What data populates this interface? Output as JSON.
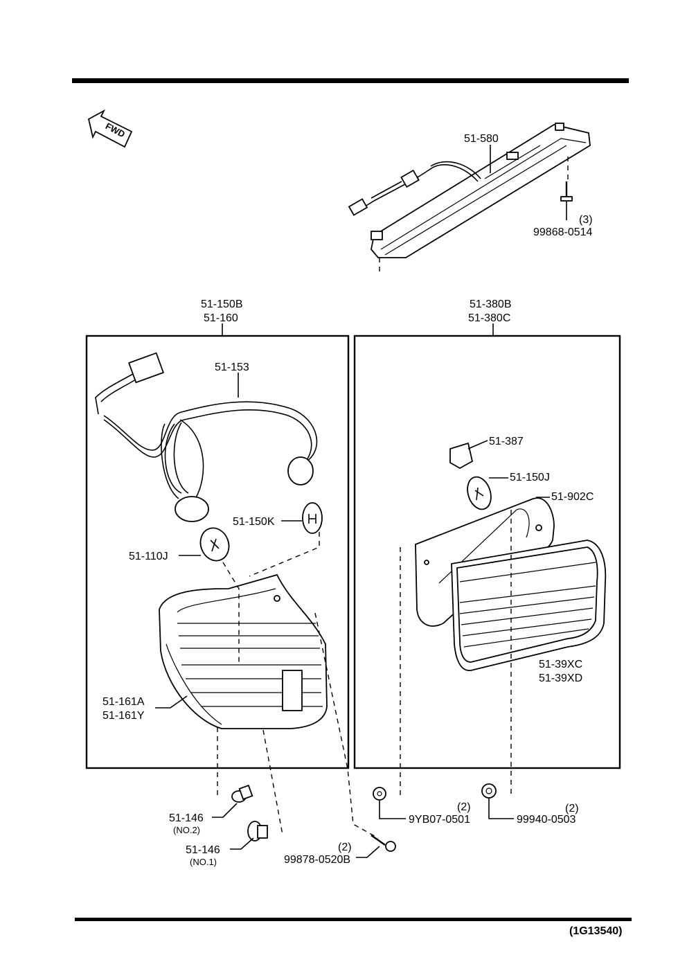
{
  "diagram": {
    "id": "(1G13540)",
    "fwd_label": "FWD"
  },
  "high_mount_lamp": {
    "assembly": "51-580",
    "screw": {
      "part": "99868-0514",
      "qty": "(3)"
    }
  },
  "left_combination_lamp": {
    "assembly_lines": [
      "51-150B",
      "51-160"
    ],
    "socket_harness": "51-153",
    "bulb_small": "51-150K",
    "bulb_stop": "51-110J",
    "lens_lines": [
      "51-161A",
      "51-161Y"
    ]
  },
  "right_rear_lamp": {
    "assembly_lines": [
      "51-380B",
      "51-380C"
    ],
    "socket": "51-387",
    "bulb": "51-150J",
    "gasket": "51-902C",
    "lens_lines": [
      "51-39XC",
      "51-39XD"
    ]
  },
  "fasteners": {
    "clip_no2": {
      "part": "51-146",
      "note": "(NO.2)"
    },
    "clip_no1": {
      "part": "51-146",
      "note": "(NO.1)"
    },
    "screw_left": {
      "part": "99878-0520B",
      "qty": "(2)"
    },
    "nut_a": {
      "part": "9YB07-0501",
      "qty": "(2)"
    },
    "nut_b": {
      "part": "99940-0503",
      "qty": "(2)"
    }
  }
}
